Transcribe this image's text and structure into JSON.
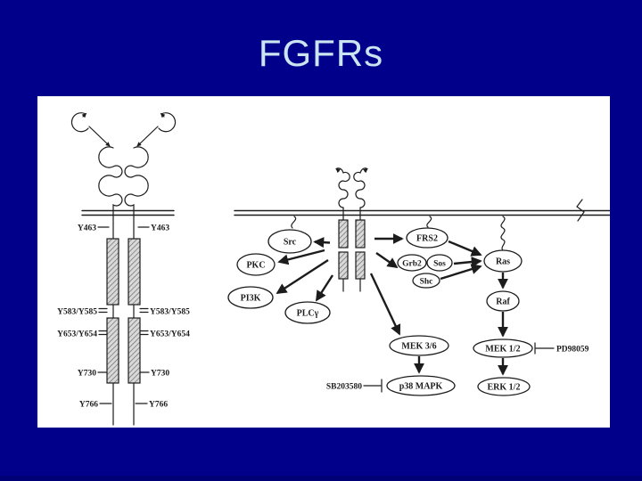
{
  "slide": {
    "title": "FGFRs"
  },
  "colors": {
    "background": "#00008B",
    "title_text": "#CBE4F2",
    "panel": "#FFFFFF",
    "diagram_ink": "#1C1C1C"
  },
  "left_diagram": {
    "description": "FGFR receptor dimer with tyrosine phosphorylation sites",
    "sites": {
      "y463": "Y463",
      "y583": "Y583/Y585",
      "y653": "Y653/Y654",
      "y730": "Y730",
      "y766": "Y766"
    }
  },
  "pathway": {
    "description": "FGFR downstream signaling pathway",
    "nodes": {
      "src": "Src",
      "pkc": "PKC",
      "pi3k": "PI3K",
      "plcg": "PLCγ",
      "frs2": "FRS2",
      "grb2": "Grb2",
      "sos": "Sos",
      "shc": "Shc",
      "ras": "Ras",
      "raf": "Raf",
      "mek36": "MEK 3/6",
      "mek12": "MEK 1/2",
      "p38": "p38 MAPK",
      "erk12": "ERK 1/2"
    },
    "inhibitors": {
      "sb203580": "SB203580",
      "pd98059": "PD98059"
    }
  }
}
